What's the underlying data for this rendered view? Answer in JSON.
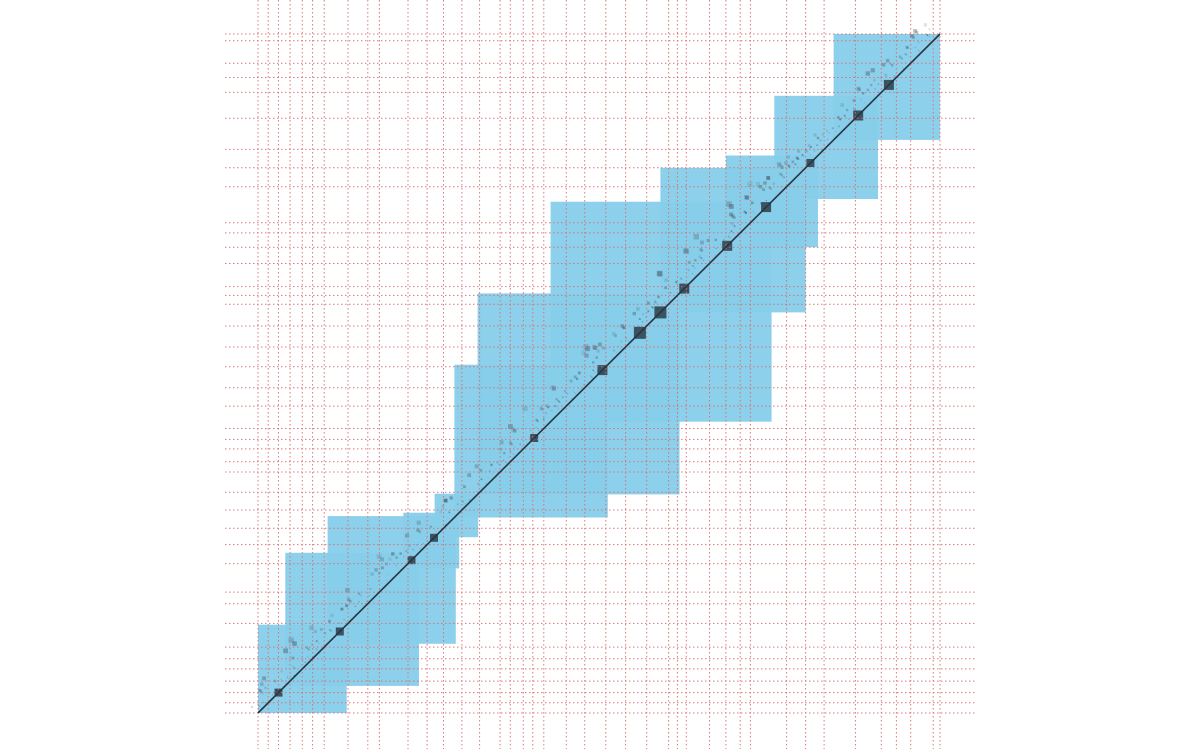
{
  "chart_data": {
    "type": "heatmap",
    "title": "",
    "xlabel": "",
    "ylabel": "",
    "xlim": [
      0,
      1000
    ],
    "ylim": [
      0,
      1000
    ],
    "grid": true,
    "matrix_size": 1000,
    "colors": {
      "block_fill": "#87ceeb",
      "grid_line": "#d86a6a",
      "diagonal": "#2b3440",
      "background": "#ffffff"
    },
    "grid_breaks": [
      0,
      15,
      30,
      47,
      65,
      80,
      97,
      132,
      161,
      178,
      220,
      248,
      272,
      299,
      325,
      355,
      370,
      389,
      403,
      419,
      452,
      479,
      510,
      539,
      570,
      602,
      615,
      628,
      662,
      686,
      707,
      722,
      775,
      803,
      830,
      876,
      914,
      936,
      957,
      990,
      1000
    ],
    "blocks": [
      {
        "start": 0,
        "end": 130
      },
      {
        "start": 40,
        "end": 236
      },
      {
        "start": 102,
        "end": 290
      },
      {
        "start": 213,
        "end": 295
      },
      {
        "start": 259,
        "end": 323
      },
      {
        "start": 288,
        "end": 513
      },
      {
        "start": 322,
        "end": 618
      },
      {
        "start": 429,
        "end": 753
      },
      {
        "start": 590,
        "end": 803
      },
      {
        "start": 686,
        "end": 821
      },
      {
        "start": 757,
        "end": 909
      },
      {
        "start": 844,
        "end": 1000
      }
    ],
    "dense_points": [
      {
        "pos": 30
      },
      {
        "pos": 120
      },
      {
        "pos": 225
      },
      {
        "pos": 258
      },
      {
        "pos": 405
      },
      {
        "pos": 505
      },
      {
        "pos": 560
      },
      {
        "pos": 590
      },
      {
        "pos": 625
      },
      {
        "pos": 688
      },
      {
        "pos": 745
      },
      {
        "pos": 810
      },
      {
        "pos": 880
      },
      {
        "pos": 925
      }
    ]
  }
}
